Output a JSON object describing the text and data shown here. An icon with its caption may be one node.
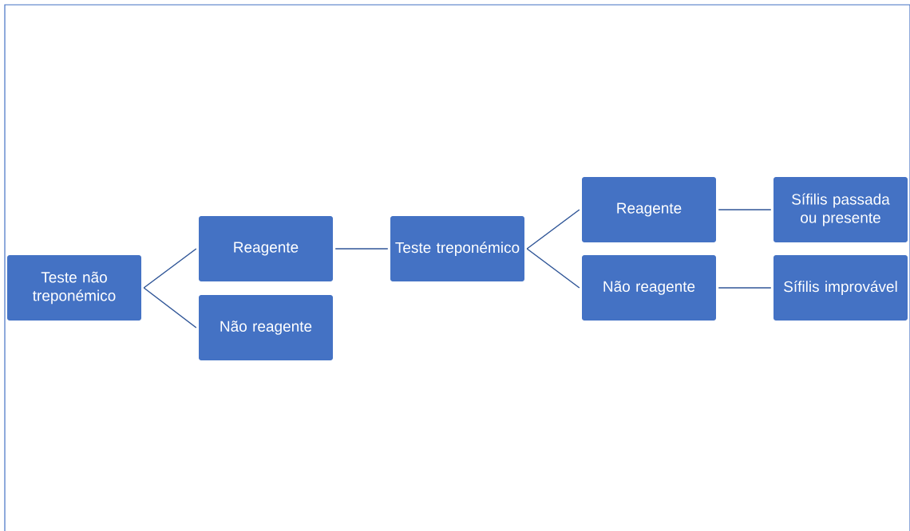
{
  "diagram": {
    "nodes": [
      {
        "text": [
          "Teste não treponémico"
        ]
      },
      {
        "text": [
          "Reagente"
        ]
      },
      {
        "text": [
          "Não reagente"
        ]
      },
      {
        "text": [
          "Teste treponémico"
        ]
      },
      {
        "text": [
          "Reagente"
        ]
      },
      {
        "text": [
          "Não reagente"
        ]
      },
      {
        "text": [
          "Sífilis passada ou presente"
        ]
      },
      {
        "text": [
          "Sífilis improvável"
        ]
      }
    ],
    "edges": [
      {
        "from": 0,
        "to": 1,
        "arrow": "none"
      },
      {
        "from": 0,
        "to": 2,
        "arrow": "none"
      },
      {
        "from": 1,
        "to": 3,
        "arrow": "none"
      },
      {
        "from": 3,
        "to": 4,
        "arrow": "none"
      },
      {
        "from": 3,
        "to": 5,
        "arrow": "none"
      },
      {
        "from": 4,
        "to": 6,
        "arrow": "none"
      },
      {
        "from": 5,
        "to": 7,
        "arrow": "none"
      }
    ]
  }
}
